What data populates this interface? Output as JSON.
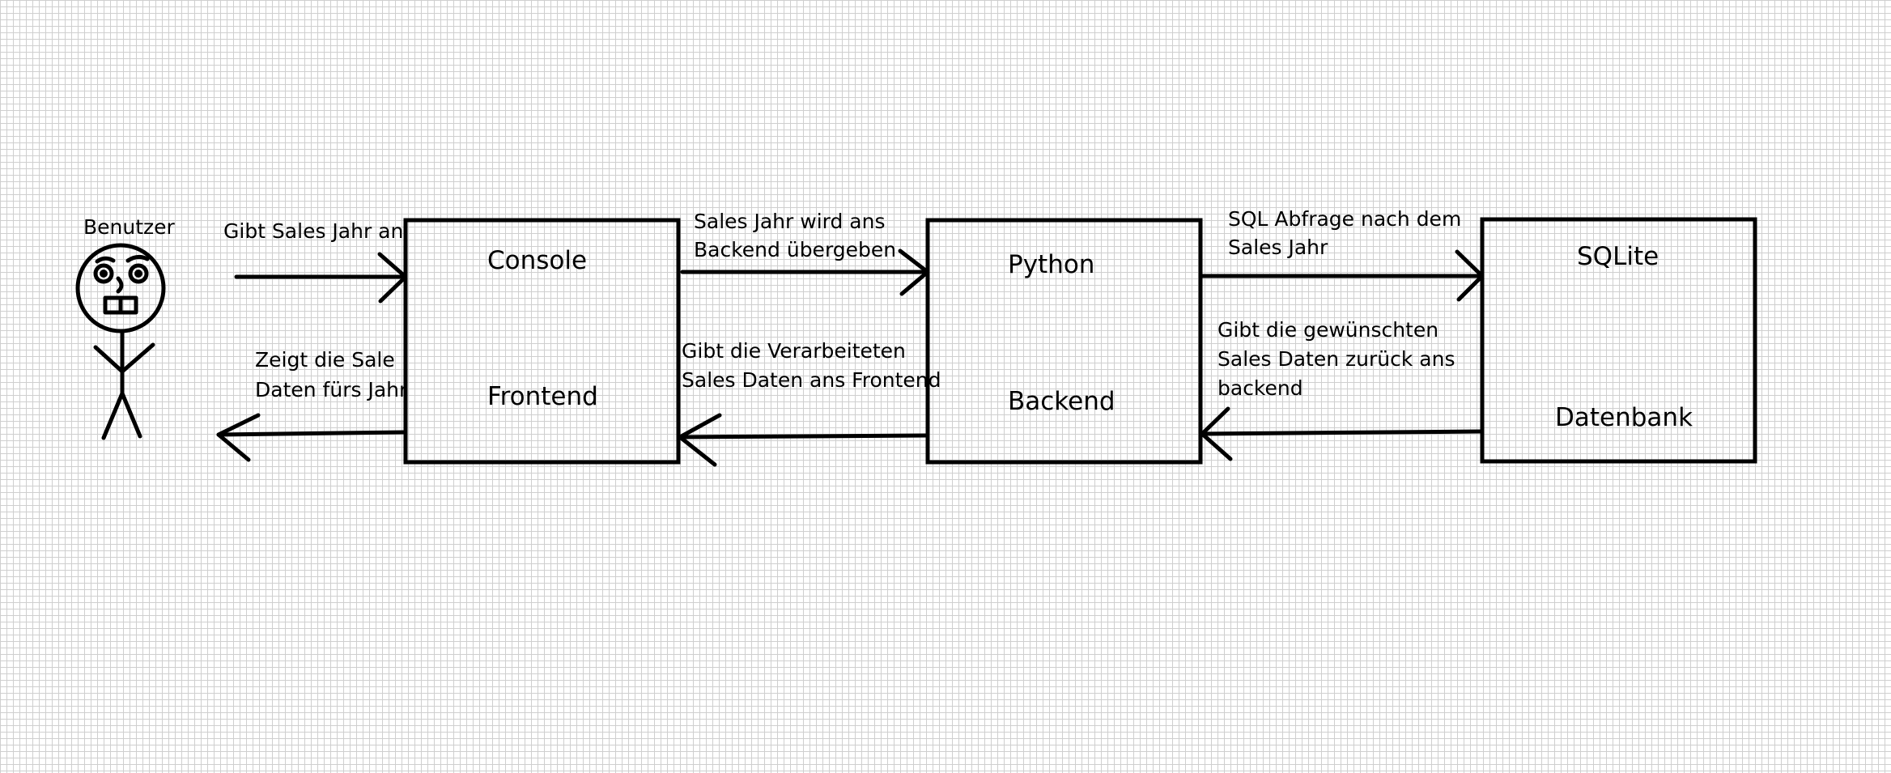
{
  "colors": {
    "background": "#ffffff",
    "grid": "#cfcfcf",
    "ink": "#000000"
  },
  "actor": {
    "label": "Benutzer"
  },
  "boxes": {
    "frontend": {
      "title": "Console",
      "subtitle": "Frontend"
    },
    "backend": {
      "title": "Python",
      "subtitle": "Backend"
    },
    "database": {
      "title": "SQLite",
      "subtitle": "Datenbank"
    }
  },
  "arrows": {
    "user_to_frontend": {
      "line1": "Gibt Sales Jahr an"
    },
    "frontend_to_user": {
      "line1": "Zeigt die Sale",
      "line2": "Daten fürs Jahr"
    },
    "frontend_to_backend": {
      "line1": "Sales Jahr wird ans",
      "line2": "Backend übergeben"
    },
    "backend_to_frontend": {
      "line1": "Gibt die Verarbeiteten",
      "line2": "Sales Daten ans Frontend"
    },
    "backend_to_database": {
      "line1": "SQL Abfrage nach dem",
      "line2": "Sales Jahr"
    },
    "database_to_backend": {
      "line1": "Gibt die gewünschten",
      "line2": "Sales Daten zurück ans",
      "line3": "backend"
    }
  }
}
